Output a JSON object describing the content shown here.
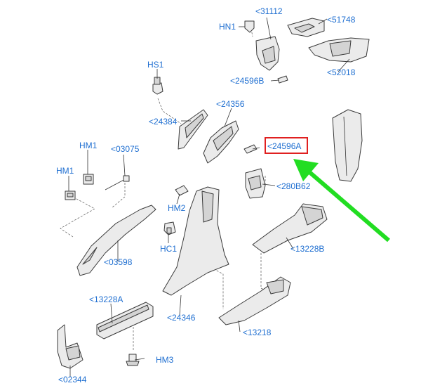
{
  "labels": {
    "p31112": "<31112",
    "hn1": "HN1",
    "p51748": "<51748",
    "p52018": "<52018",
    "hs1": "HS1",
    "p24596b": "<24596B",
    "p24356": "<24356",
    "p24384": "<24384",
    "p24596a": "<24596A",
    "hm1_top": "HM1",
    "p03075": "<03075",
    "hm1_left": "HM1",
    "p280b62": "<280B62",
    "hm2": "HM2",
    "hc1": "HC1",
    "p03598": "<03598",
    "p13228b": "<13228B",
    "p13228a": "<13228A",
    "p24346": "<24346",
    "p13218": "<13218",
    "hm3": "HM3",
    "p02344": "<02344"
  },
  "highlight": {
    "label": "<24596A",
    "box_color": "#e02020",
    "arrow_color": "#22dd22"
  },
  "colors": {
    "label_text": "#1f6fd1",
    "line_art": "#3a3a3a",
    "part_fill": "#ebebeb"
  }
}
